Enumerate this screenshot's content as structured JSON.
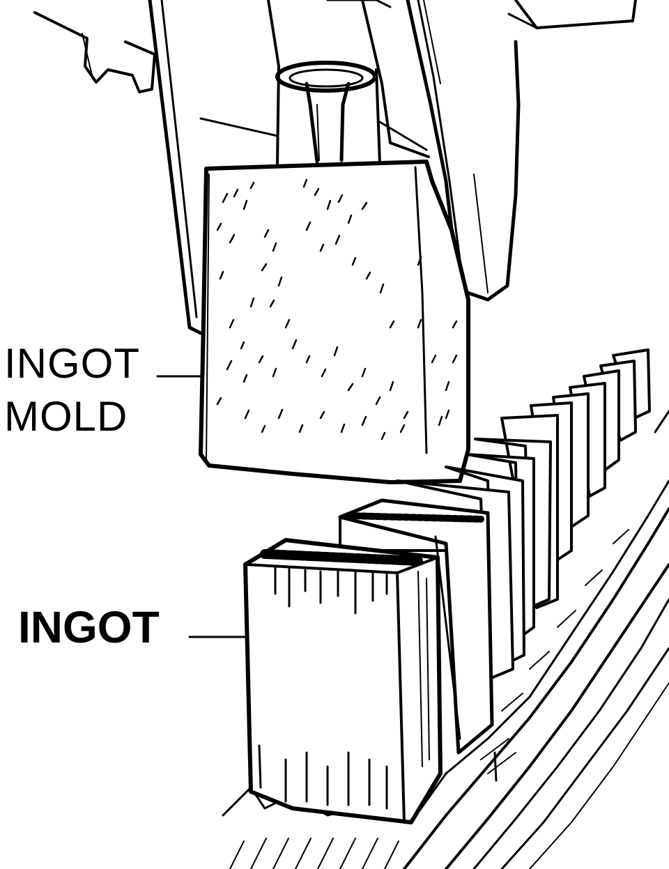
{
  "labels": {
    "ingot_mold_line1": "INGOT",
    "ingot_mold_line2": "MOLD",
    "ingot": "INGOT"
  },
  "parts": [
    "crane-hook",
    "ingot-mold",
    "ingot-row",
    "rail-track"
  ],
  "colors": {
    "ink": "#000000",
    "paper": "#ffffff"
  }
}
